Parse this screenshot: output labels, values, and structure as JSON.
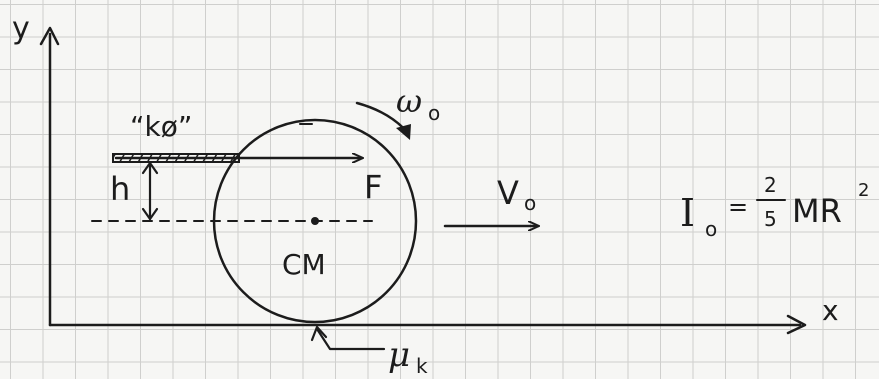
{
  "labels": {
    "y_axis": "y",
    "x_axis": "x",
    "cue_name": "“kø”",
    "height": "h",
    "force": "F",
    "center_of_mass": "CM",
    "angular_velocity_symbol": "ω",
    "angular_velocity_sub": "o",
    "velocity_symbol": "V",
    "velocity_sub": "o",
    "friction_symbol": "μ",
    "friction_sub": "k",
    "inertia": {
      "lhs_symbol": "I",
      "lhs_sub": "o",
      "equals": "=",
      "num": "2",
      "den": "5",
      "rhs": "MR",
      "rhs_exp": "2"
    }
  }
}
